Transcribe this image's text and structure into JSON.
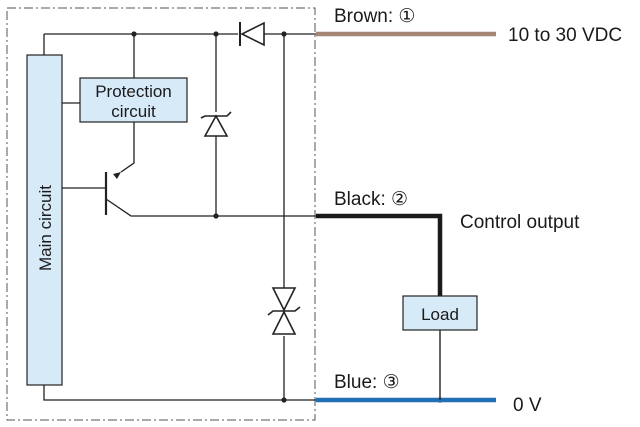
{
  "boundary": {
    "style": "dash-dot"
  },
  "blocks": {
    "main_circuit": "Main circuit",
    "protection_line1": "Protection",
    "protection_line2": "circuit",
    "load": "Load"
  },
  "wires": {
    "brown": {
      "label": "Brown: ①",
      "color": "#a48674",
      "terminal": "10 to 30 VDC"
    },
    "black": {
      "label": "Black: ②",
      "color": "#1a1a1a",
      "terminal": "Control output"
    },
    "blue": {
      "label": "Blue: ③",
      "color": "#1f6fb2",
      "terminal": "0 V"
    }
  },
  "colors": {
    "block_fill": "#d6eaf8",
    "line": "#222222"
  }
}
